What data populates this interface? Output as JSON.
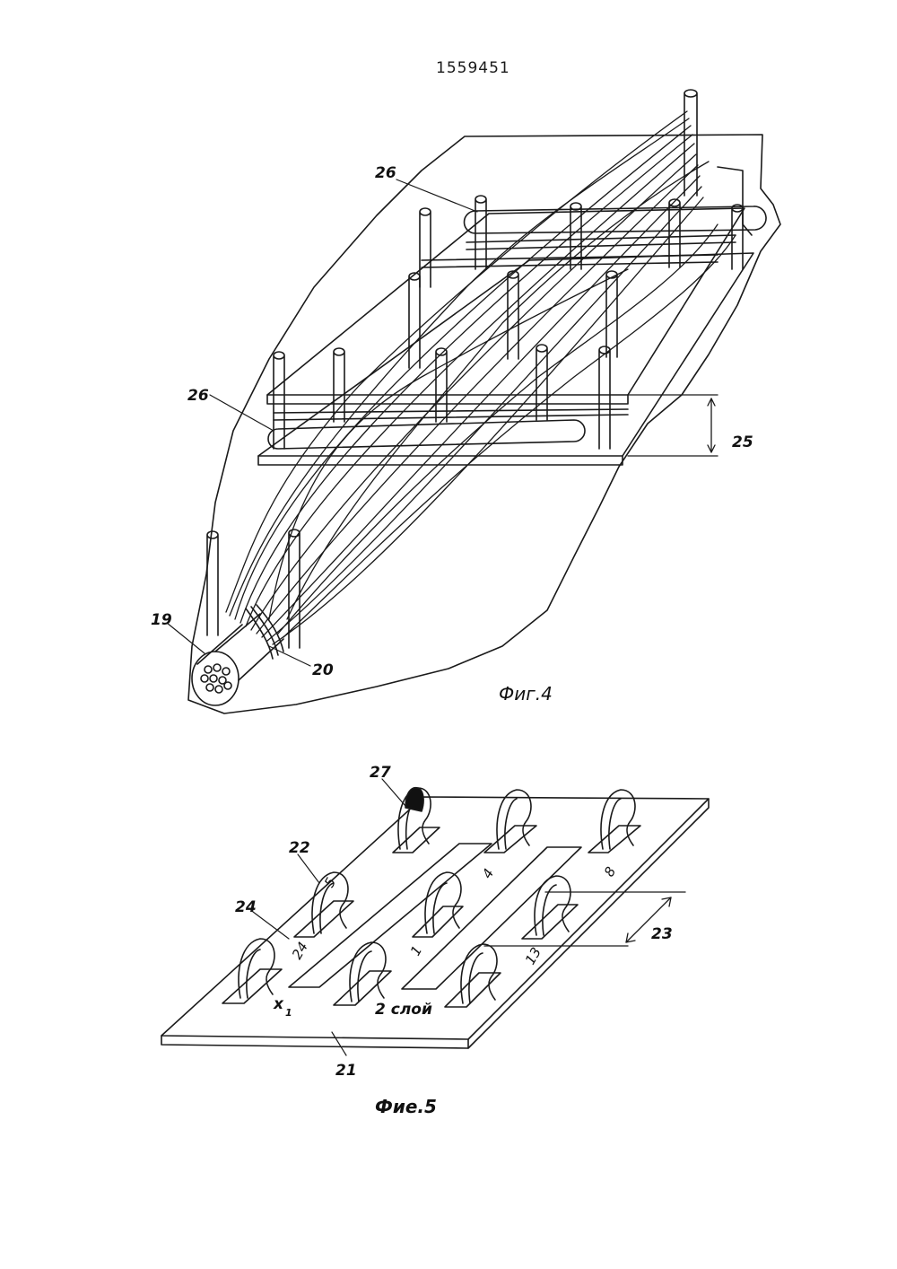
{
  "header": {
    "patent_number": "1559451"
  },
  "figure4": {
    "caption": "Фиг.4",
    "labels": {
      "comb_top": "26",
      "comb_left": "26",
      "layer_height": "25",
      "bundle_end": "19",
      "bundle_tie": "20"
    }
  },
  "figure5": {
    "caption": "Фие.5",
    "labels": {
      "hook_marked": "27",
      "hook": "22",
      "slot": "24",
      "spacing": "23",
      "plate": "21"
    },
    "plate_markings": {
      "cell_5": "5",
      "cell_4": "4",
      "cell_8": "8",
      "cell_24": "24",
      "cell_1": "1",
      "cell_13": "13",
      "layer_text": "2 слой",
      "x_label": "x",
      "x_subscript": "1"
    }
  }
}
